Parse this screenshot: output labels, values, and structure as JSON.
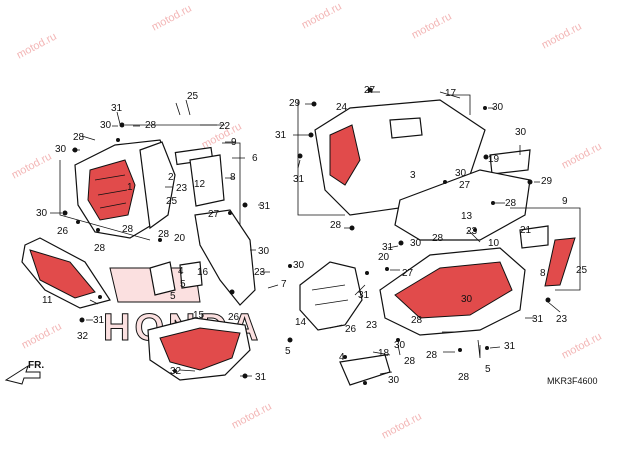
{
  "watermark": "motod.ru",
  "diagram_code": "MKR3F4600",
  "brand_lettering": "HONDA",
  "front_label": "FR.",
  "callouts": [
    {
      "id": "c1",
      "text": "31"
    },
    {
      "id": "c2",
      "text": "30"
    },
    {
      "id": "c3",
      "text": "28"
    },
    {
      "id": "c4",
      "text": "30"
    },
    {
      "id": "c5",
      "text": "28"
    },
    {
      "id": "c6",
      "text": "25"
    },
    {
      "id": "c7",
      "text": "22"
    },
    {
      "id": "c8",
      "text": "9"
    },
    {
      "id": "c9",
      "text": "6"
    },
    {
      "id": "c10",
      "text": "8"
    },
    {
      "id": "c11",
      "text": "12"
    },
    {
      "id": "c12",
      "text": "2"
    },
    {
      "id": "c13",
      "text": "23"
    },
    {
      "id": "c14",
      "text": "1"
    },
    {
      "id": "c15",
      "text": "30"
    },
    {
      "id": "c16",
      "text": "26"
    },
    {
      "id": "c17",
      "text": "27"
    },
    {
      "id": "c18",
      "text": "31"
    },
    {
      "id": "c19",
      "text": "25"
    },
    {
      "id": "c20",
      "text": "28"
    },
    {
      "id": "c21",
      "text": "20"
    },
    {
      "id": "c22",
      "text": "28"
    },
    {
      "id": "c23",
      "text": "28"
    },
    {
      "id": "c24",
      "text": "30"
    },
    {
      "id": "c25",
      "text": "11"
    },
    {
      "id": "c26",
      "text": "31"
    },
    {
      "id": "c27",
      "text": "32"
    },
    {
      "id": "c28",
      "text": "4"
    },
    {
      "id": "c29",
      "text": "5"
    },
    {
      "id": "c30",
      "text": "16"
    },
    {
      "id": "c31",
      "text": "23"
    },
    {
      "id": "c32",
      "text": "7"
    },
    {
      "id": "c33",
      "text": "5"
    },
    {
      "id": "c34",
      "text": "26"
    },
    {
      "id": "c35",
      "text": "15"
    },
    {
      "id": "c36",
      "text": "32"
    },
    {
      "id": "c37",
      "text": "31"
    },
    {
      "id": "c38",
      "text": "27"
    },
    {
      "id": "c39",
      "text": "29"
    },
    {
      "id": "c40",
      "text": "24"
    },
    {
      "id": "c41",
      "text": "17"
    },
    {
      "id": "c42",
      "text": "31"
    },
    {
      "id": "c43",
      "text": "30"
    },
    {
      "id": "c44",
      "text": "3"
    },
    {
      "id": "c45",
      "text": "31"
    },
    {
      "id": "c46",
      "text": "30"
    },
    {
      "id": "c47",
      "text": "19"
    },
    {
      "id": "c48",
      "text": "30"
    },
    {
      "id": "c49",
      "text": "27"
    },
    {
      "id": "c50",
      "text": "29"
    },
    {
      "id": "c51",
      "text": "28"
    },
    {
      "id": "c52",
      "text": "13"
    },
    {
      "id": "c53",
      "text": "9"
    },
    {
      "id": "c54",
      "text": "21"
    },
    {
      "id": "c55",
      "text": "31"
    },
    {
      "id": "c56",
      "text": "30"
    },
    {
      "id": "c57",
      "text": "28"
    },
    {
      "id": "c58",
      "text": "23"
    },
    {
      "id": "c59",
      "text": "10"
    },
    {
      "id": "c60",
      "text": "8"
    },
    {
      "id": "c61",
      "text": "25"
    },
    {
      "id": "c62",
      "text": "20"
    },
    {
      "id": "c63",
      "text": "27"
    },
    {
      "id": "c64",
      "text": "31"
    },
    {
      "id": "c65",
      "text": "23"
    },
    {
      "id": "c66",
      "text": "30"
    },
    {
      "id": "c67",
      "text": "31"
    },
    {
      "id": "c68",
      "text": "14"
    },
    {
      "id": "c69",
      "text": "23"
    },
    {
      "id": "c70",
      "text": "26"
    },
    {
      "id": "c71",
      "text": "5"
    },
    {
      "id": "c72",
      "text": "4"
    },
    {
      "id": "c73",
      "text": "18"
    },
    {
      "id": "c74",
      "text": "28"
    },
    {
      "id": "c75",
      "text": "30"
    },
    {
      "id": "c76",
      "text": "28"
    },
    {
      "id": "c77",
      "text": "28"
    },
    {
      "id": "c78",
      "text": "5"
    },
    {
      "id": "c79",
      "text": "30"
    },
    {
      "id": "c80",
      "text": "28"
    },
    {
      "id": "c81",
      "text": "31"
    },
    {
      "id": "c82",
      "text": "30"
    },
    {
      "id": "c83",
      "text": "28"
    }
  ]
}
